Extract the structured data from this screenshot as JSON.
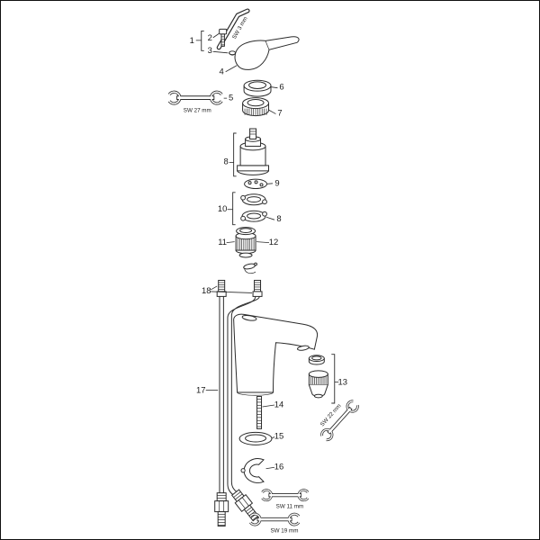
{
  "meta": {
    "subject": "exploded-parts-diagram-single-lever-basin-mixer",
    "background": "#ffffff",
    "line_color": "#2b2b2b"
  },
  "callouts": {
    "n1": "1",
    "n2": "2",
    "n3": "3",
    "n4": "4",
    "n5": "5",
    "n6": "6",
    "n7": "7",
    "n8": "8",
    "n8b": "8",
    "n9": "9",
    "n10": "10",
    "n11": "11",
    "n12": "12",
    "n13": "13",
    "n14": "14",
    "n15": "15",
    "n16": "16",
    "n17": "17",
    "n18": "18"
  },
  "tools": {
    "allen_key": "SW 3 mm",
    "wrench_27": "SW 27 mm",
    "wrench_22": "SW 22 mm",
    "wrench_11": "SW 11 mm",
    "wrench_19": "SW 19 mm"
  }
}
